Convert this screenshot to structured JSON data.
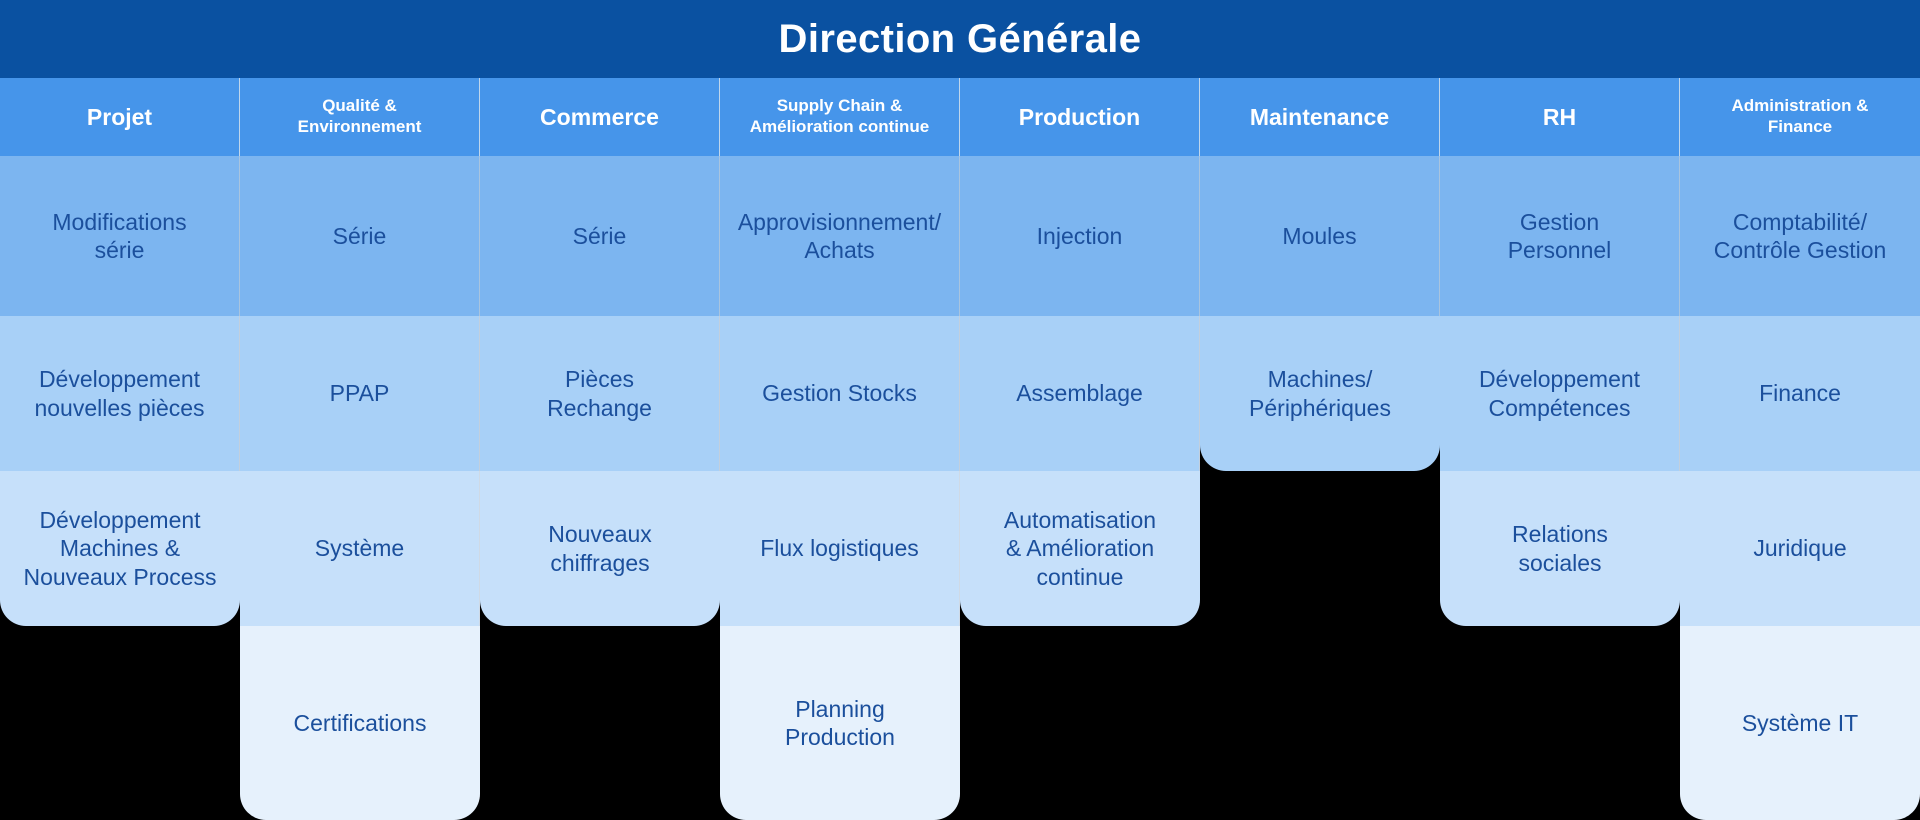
{
  "banner": {
    "title": "Direction Générale",
    "background_color": "#0A51A1",
    "text_color": "#FFFFFF"
  },
  "palette": {
    "banner": "#0A51A1",
    "header_row": "#4695EA",
    "row_1": "#7CB5F0",
    "row_2": "#A8D0F7",
    "row_3": "#C6E0FA",
    "row_4": "#E6F1FC",
    "text_dark": "#1B4F9C",
    "text_light": "#FFFFFF",
    "page_background": "#000000"
  },
  "chart_data": {
    "type": "table",
    "title": "Direction Générale",
    "columns": [
      "Projet",
      "Qualité & Environnement",
      "Commerce",
      "Supply Chain & Amélioration continue",
      "Production",
      "Maintenance",
      "RH",
      "Administration & Finance"
    ],
    "rows": [
      [
        "Modifications série",
        "Série",
        "Série",
        "Approvisionnement/ Achats",
        "Injection",
        "Moules",
        "Gestion Personnel",
        "Comptabilité/ Contrôle Gestion"
      ],
      [
        "Développement nouvelles pièces",
        "PPAP",
        "Pièces Rechange",
        "Gestion Stocks",
        "Assemblage",
        "Machines/ Périphériques",
        "Développement Compétences",
        "Finance"
      ],
      [
        "Développement Machines & Nouveaux Process",
        "Système",
        "Nouveaux chiffrages",
        "Flux logistiques",
        "Automatisation & Amélioration continue",
        "",
        "Relations sociales",
        "Juridique"
      ],
      [
        "",
        "Certifications",
        "",
        "Planning Production",
        "",
        "",
        "",
        "Système IT"
      ]
    ]
  },
  "header": {
    "columns": [
      {
        "label": "Projet",
        "size": "normal"
      },
      {
        "label": "Qualité &\nEnvironnement",
        "size": "small"
      },
      {
        "label": "Commerce",
        "size": "normal"
      },
      {
        "label": "Supply Chain &\nAmélioration continue",
        "size": "small"
      },
      {
        "label": "Production",
        "size": "normal"
      },
      {
        "label": "Maintenance",
        "size": "normal"
      },
      {
        "label": "RH",
        "size": "normal"
      },
      {
        "label": "Administration &\nFinance",
        "size": "small"
      }
    ]
  },
  "rows": {
    "row1": [
      "Modifications\nsérie",
      "Série",
      "Série",
      "Approvisionnement/\nAchats",
      "Injection",
      "Moules",
      "Gestion\nPersonnel",
      "Comptabilité/\nContrôle Gestion"
    ],
    "row2": [
      "Développement\nnouvelles pièces",
      "PPAP",
      "Pièces\nRechange",
      "Gestion Stocks",
      "Assemblage",
      "Machines/\nPériphériques",
      "Développement\nCompétences",
      "Finance"
    ],
    "row3": [
      "Développement\nMachines &\nNouveaux Process",
      "Système",
      "Nouveaux\nchiffrages",
      "Flux logistiques",
      "Automatisation\n& Amélioration\ncontinue",
      "",
      "Relations\nsociales",
      "Juridique"
    ],
    "row4": [
      "",
      "Certifications",
      "",
      "Planning\nProduction",
      "",
      "",
      "",
      "Système IT"
    ]
  }
}
